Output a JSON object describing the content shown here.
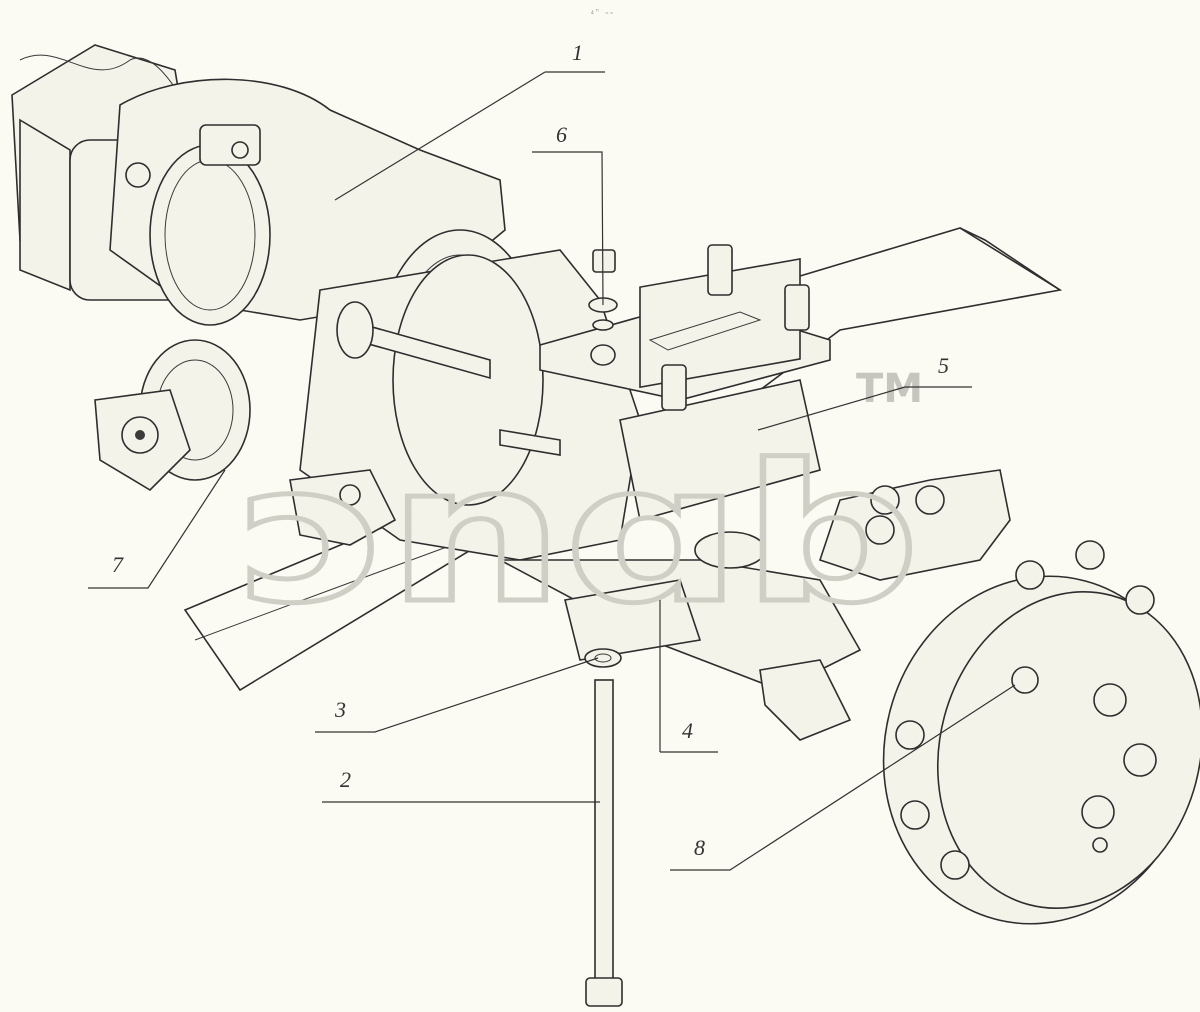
{
  "diagram": {
    "top_stamp": "₄ⁿ ₌₌",
    "watermark": {
      "text": "ᴐnɑb",
      "trademark": "TM"
    },
    "callouts": [
      {
        "id": "1",
        "label": "1"
      },
      {
        "id": "2",
        "label": "2"
      },
      {
        "id": "3",
        "label": "3"
      },
      {
        "id": "4",
        "label": "4"
      },
      {
        "id": "5",
        "label": "5"
      },
      {
        "id": "6",
        "label": "6"
      },
      {
        "id": "7",
        "label": "7"
      },
      {
        "id": "8",
        "label": "8"
      }
    ]
  }
}
